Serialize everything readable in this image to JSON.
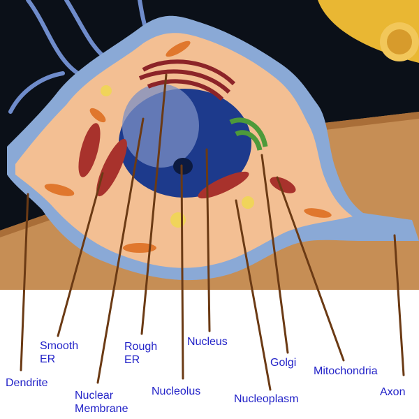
{
  "image": {
    "subject": "neuron-model-photo",
    "leader_color": "#6b3a14",
    "label_color": "#2323c8"
  },
  "labels": {
    "dendrite": "Dendrite",
    "smooth_er": "Smooth\nER",
    "nuclear_membrane": "Nuclear\nMembrane",
    "rough_er": "Rough\nER",
    "nucleolus": "Nucleolus",
    "nucleus": "Nucleus",
    "nucleoplasm": "Nucleoplasm",
    "golgi": "Golgi",
    "mitochondria": "Mitochondria",
    "axon": "Axon"
  }
}
